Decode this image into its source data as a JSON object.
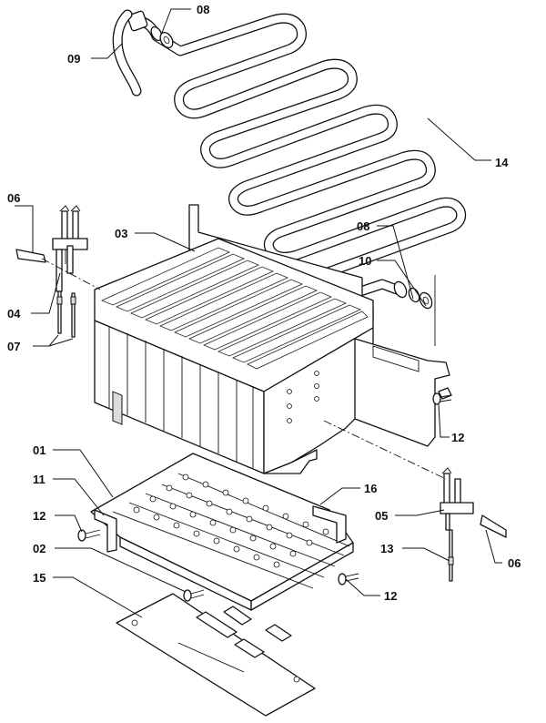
{
  "callouts": {
    "c08a": "08",
    "c09": "09",
    "c14": "14",
    "c08b": "08",
    "c10": "10",
    "c06a": "06",
    "c03": "03",
    "c04": "04",
    "c07": "07",
    "c12a": "12",
    "c01": "01",
    "c16": "16",
    "c11": "11",
    "c12b": "12",
    "c05": "05",
    "c02": "02",
    "c13": "13",
    "c06b": "06",
    "c12c": "12",
    "c15": "15"
  }
}
